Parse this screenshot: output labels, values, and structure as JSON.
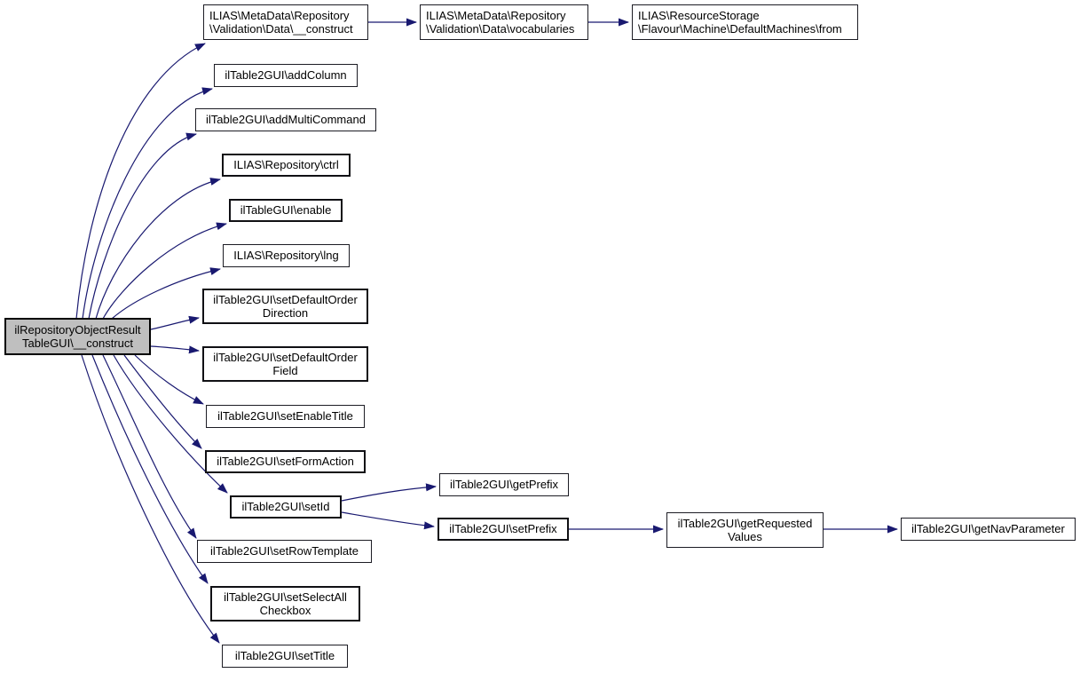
{
  "diagram": {
    "type": "call-graph",
    "edge_color": "#191970",
    "node_fill": "#ffffff",
    "highlight_fill": "#bfbfbf",
    "border_color": "#1c1c24"
  },
  "nodes": {
    "root": {
      "label": "ilRepositoryObjectResult\nTableGUI\\__construct",
      "highlighted": true
    },
    "md_construct": {
      "label": "ILIAS\\MetaData\\Repository\n\\Validation\\Data\\__construct"
    },
    "md_vocabularies": {
      "label": "ILIAS\\MetaData\\Repository\n\\Validation\\Data\\vocabularies"
    },
    "rs_from": {
      "label": "ILIAS\\ResourceStorage\n\\Flavour\\Machine\\DefaultMachines\\from"
    },
    "add_column": {
      "label": "ilTable2GUI\\addColumn"
    },
    "add_multi_command": {
      "label": "ilTable2GUI\\addMultiCommand"
    },
    "ctrl": {
      "label": "ILIAS\\Repository\\ctrl"
    },
    "enable": {
      "label": "ilTableGUI\\enable"
    },
    "lng": {
      "label": "ILIAS\\Repository\\lng"
    },
    "set_default_order_direction": {
      "label": "ilTable2GUI\\setDefaultOrder\nDirection"
    },
    "set_default_order_field": {
      "label": "ilTable2GUI\\setDefaultOrder\nField"
    },
    "set_enable_title": {
      "label": "ilTable2GUI\\setEnableTitle"
    },
    "set_form_action": {
      "label": "ilTable2GUI\\setFormAction"
    },
    "set_id": {
      "label": "ilTable2GUI\\setId"
    },
    "set_row_template": {
      "label": "ilTable2GUI\\setRowTemplate"
    },
    "set_select_all_checkbox": {
      "label": "ilTable2GUI\\setSelectAll\nCheckbox"
    },
    "set_title": {
      "label": "ilTable2GUI\\setTitle"
    },
    "get_prefix": {
      "label": "ilTable2GUI\\getPrefix"
    },
    "set_prefix": {
      "label": "ilTable2GUI\\setPrefix"
    },
    "get_requested_values": {
      "label": "ilTable2GUI\\getRequested\nValues"
    },
    "get_nav_parameter": {
      "label": "ilTable2GUI\\getNavParameter"
    }
  },
  "edges": [
    {
      "from": "root",
      "to": "md_construct"
    },
    {
      "from": "root",
      "to": "add_column"
    },
    {
      "from": "root",
      "to": "add_multi_command"
    },
    {
      "from": "root",
      "to": "ctrl"
    },
    {
      "from": "root",
      "to": "enable"
    },
    {
      "from": "root",
      "to": "lng"
    },
    {
      "from": "root",
      "to": "set_default_order_direction"
    },
    {
      "from": "root",
      "to": "set_default_order_field"
    },
    {
      "from": "root",
      "to": "set_enable_title"
    },
    {
      "from": "root",
      "to": "set_form_action"
    },
    {
      "from": "root",
      "to": "set_id"
    },
    {
      "from": "root",
      "to": "set_row_template"
    },
    {
      "from": "root",
      "to": "set_select_all_checkbox"
    },
    {
      "from": "root",
      "to": "set_title"
    },
    {
      "from": "md_construct",
      "to": "md_vocabularies"
    },
    {
      "from": "md_vocabularies",
      "to": "rs_from"
    },
    {
      "from": "set_id",
      "to": "get_prefix"
    },
    {
      "from": "set_id",
      "to": "set_prefix"
    },
    {
      "from": "set_prefix",
      "to": "get_requested_values"
    },
    {
      "from": "get_requested_values",
      "to": "get_nav_parameter"
    }
  ]
}
